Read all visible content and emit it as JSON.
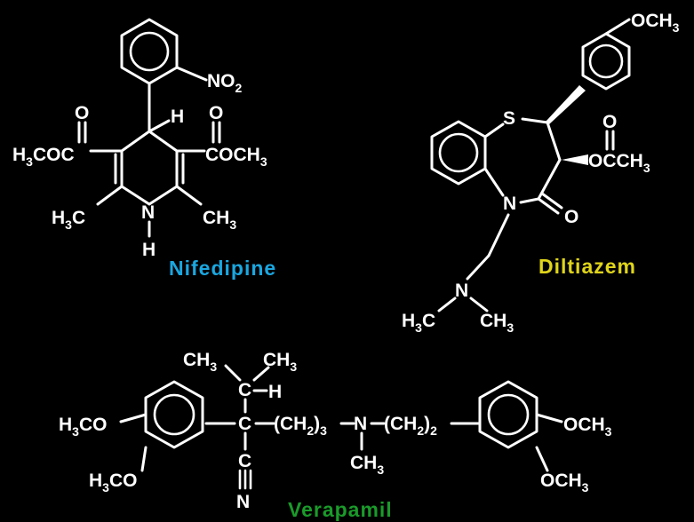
{
  "colors": {
    "background": "#000000",
    "structure": "#ffffff",
    "nifedipine": "#1aa7e0",
    "diltiazem": "#e0d51a",
    "verapamil": "#1a9a2a"
  },
  "molecules": {
    "nifedipine": {
      "name": "Nifedipine",
      "labels": {
        "no2_main": "NO",
        "no2_sub": "2",
        "h_top": "H",
        "o_left": "O",
        "o_right": "O",
        "left_ester_h": "H",
        "left_ester_sub": "3",
        "left_ester_rest": "COC",
        "right_ester_main": "COCH",
        "right_ester_sub": "3",
        "n": "N",
        "nh": "H",
        "ch3_left_h": "H",
        "ch3_left_sub": "3",
        "ch3_left_c": "C",
        "ch3_right_main": "CH",
        "ch3_right_sub": "3"
      }
    },
    "diltiazem": {
      "name": "Diltiazem",
      "labels": {
        "och3_main": "OCH",
        "och3_sub": "3",
        "s": "S",
        "o_carbonyl": "O",
        "acetate_main": "OCCH",
        "acetate_sub": "3",
        "n_ring": "N",
        "o_lactam": "O",
        "n_amine": "N",
        "me_left_h": "H",
        "me_left_sub": "3",
        "me_left_c": "C",
        "me_right_main": "CH",
        "me_right_sub": "3"
      }
    },
    "verapamil": {
      "name": "Verapamil",
      "labels": {
        "ch3_a_main": "CH",
        "ch3_a_sub": "3",
        "ch3_b_main": "CH",
        "ch3_b_sub": "3",
        "c_top": "C",
        "h_top": "H",
        "c_center": "C",
        "c_nitrile": "C",
        "n_nitrile": "N",
        "left_top_h": "H",
        "left_top_sub": "3",
        "left_top_rest": "CO",
        "left_bot_h": "H",
        "left_bot_sub": "3",
        "left_bot_rest": "CO",
        "chain1_main": "(CH",
        "chain1_sub": "2",
        "chain1_close": ")",
        "chain1_count": "3",
        "n_center": "N",
        "n_me_main": "CH",
        "n_me_sub": "3",
        "chain2_main": "(CH",
        "chain2_sub": "2",
        "chain2_close": ")",
        "chain2_count": "2",
        "right_top_main": "OCH",
        "right_top_sub": "3",
        "right_bot_main": "OCH",
        "right_bot_sub": "3"
      }
    }
  }
}
